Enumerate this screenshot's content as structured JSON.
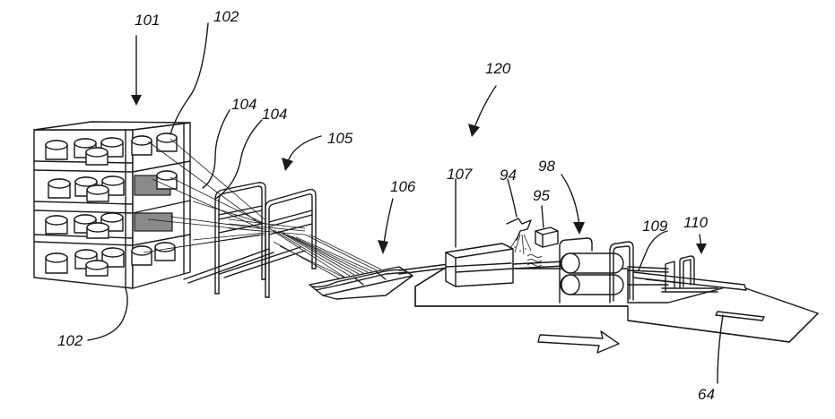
{
  "labels": {
    "l101": "101",
    "l102_top": "102",
    "l102_bottom": "102",
    "l104_a": "104",
    "l104_b": "104",
    "l105": "105",
    "l106": "106",
    "l107": "107",
    "l120": "120",
    "l94": "94",
    "l95": "95",
    "l98": "98",
    "l109": "109",
    "l110": "110",
    "l64": "64"
  }
}
